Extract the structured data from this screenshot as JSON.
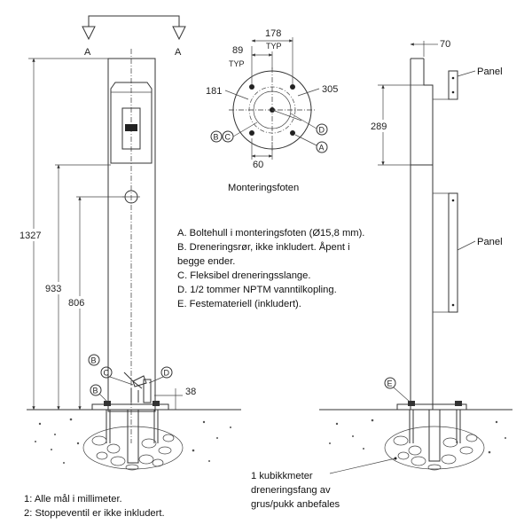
{
  "section_labels": {
    "left": "A",
    "right": "A"
  },
  "dimensions": {
    "height_total": "1327",
    "height_933": "933",
    "height_806": "806",
    "bolt_offset": "38",
    "right_top": "70",
    "right_289": "289",
    "flange_178": "178",
    "flange_89": "89",
    "typ_1": "TYP",
    "typ_2": "TYP",
    "flange_181": "181",
    "flange_305": "305",
    "flange_60": "60"
  },
  "callouts": {
    "a": "A",
    "b": "B",
    "c": "C",
    "d": "D",
    "e": "E"
  },
  "mounting_foot_caption": "Monteringsfoten",
  "legend": [
    "A. Boltehull i monteringsfoten (Ø15,8 mm).",
    "B. Dreneringsrør, ikke inkludert. Åpent i",
    "begge ender.",
    "C. Fleksibel dreneringsslange.",
    "D. 1/2 tommer NPTM vanntilkopling.",
    "E. Festemateriell (inkludert)."
  ],
  "panel_labels": {
    "top": "Panel",
    "bottom": "Panel"
  },
  "gravel_note": [
    "1 kubikkmeter",
    "dreneringsfang av",
    "grus/pukk anbefales"
  ],
  "footnotes": [
    "1: Alle mål i millimeter.",
    "2: Stoppeventil er ikke inkludert."
  ]
}
